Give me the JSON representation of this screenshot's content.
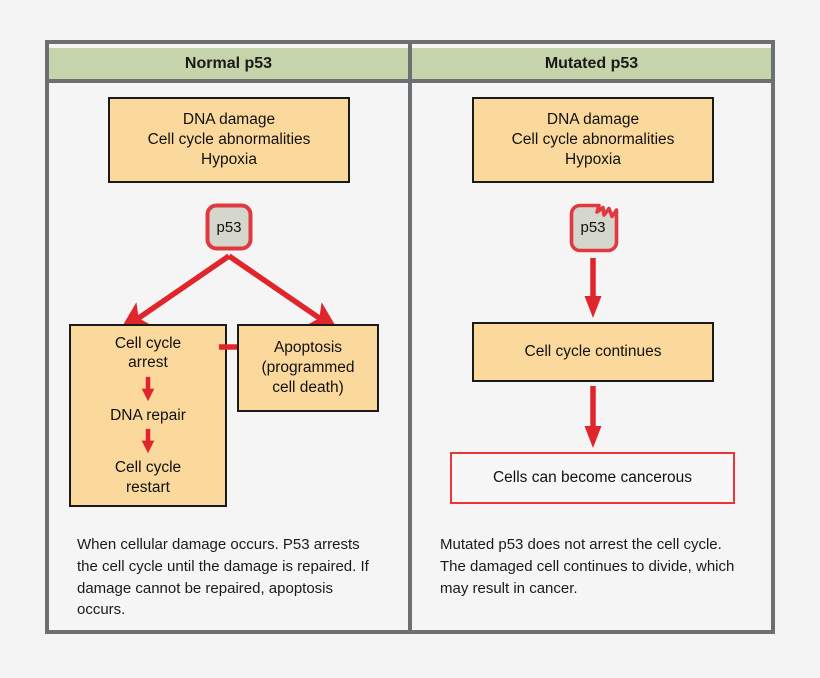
{
  "figure": {
    "columns": [
      {
        "id": "normal",
        "header": "Normal p53",
        "stimulus_box": "DNA damage\nCell cycle abnormalities\nHypoxia",
        "protein_label": "p53",
        "protein_state": "intact",
        "arrest_steps": [
          "Cell cycle\narrest",
          "DNA repair",
          "Cell cycle\nrestart"
        ],
        "apoptosis_box": "Apoptosis\n(programmed\ncell death)",
        "caption": "When cellular damage occurs. P53 arrests the cell cycle until the damage is repaired. If damage cannot be repaired, apoptosis occurs."
      },
      {
        "id": "mutated",
        "header": "Mutated p53",
        "stimulus_box": "DNA damage\nCell cycle abnormalities\nHypoxia",
        "protein_label": "p53",
        "protein_state": "broken",
        "continues_box": "Cell cycle continues",
        "cancer_box": "Cells can become cancerous",
        "caption": "Mutated p53 does not arrest the cell cycle. The damaged cell continues to divide, which may result in cancer."
      }
    ],
    "colors": {
      "background": "#f4f4f4",
      "frame_border": "#6d7072",
      "header_fill": "#c6d4ac",
      "node_fill": "#fbd99c",
      "node_border": "#1a1a1a",
      "arrow_red": "#e0262c",
      "protein_fill": "#d5d7cc",
      "protein_border": "#e03a40",
      "cancer_border": "#ec3338",
      "text": "#1a1a1a"
    },
    "icons": {
      "arrow_down": "arrow-down-icon",
      "arrow_right": "arrow-right-icon",
      "arrow_diagonal": "arrow-diagonal-icon",
      "broken_protein": "broken-protein-icon"
    }
  }
}
